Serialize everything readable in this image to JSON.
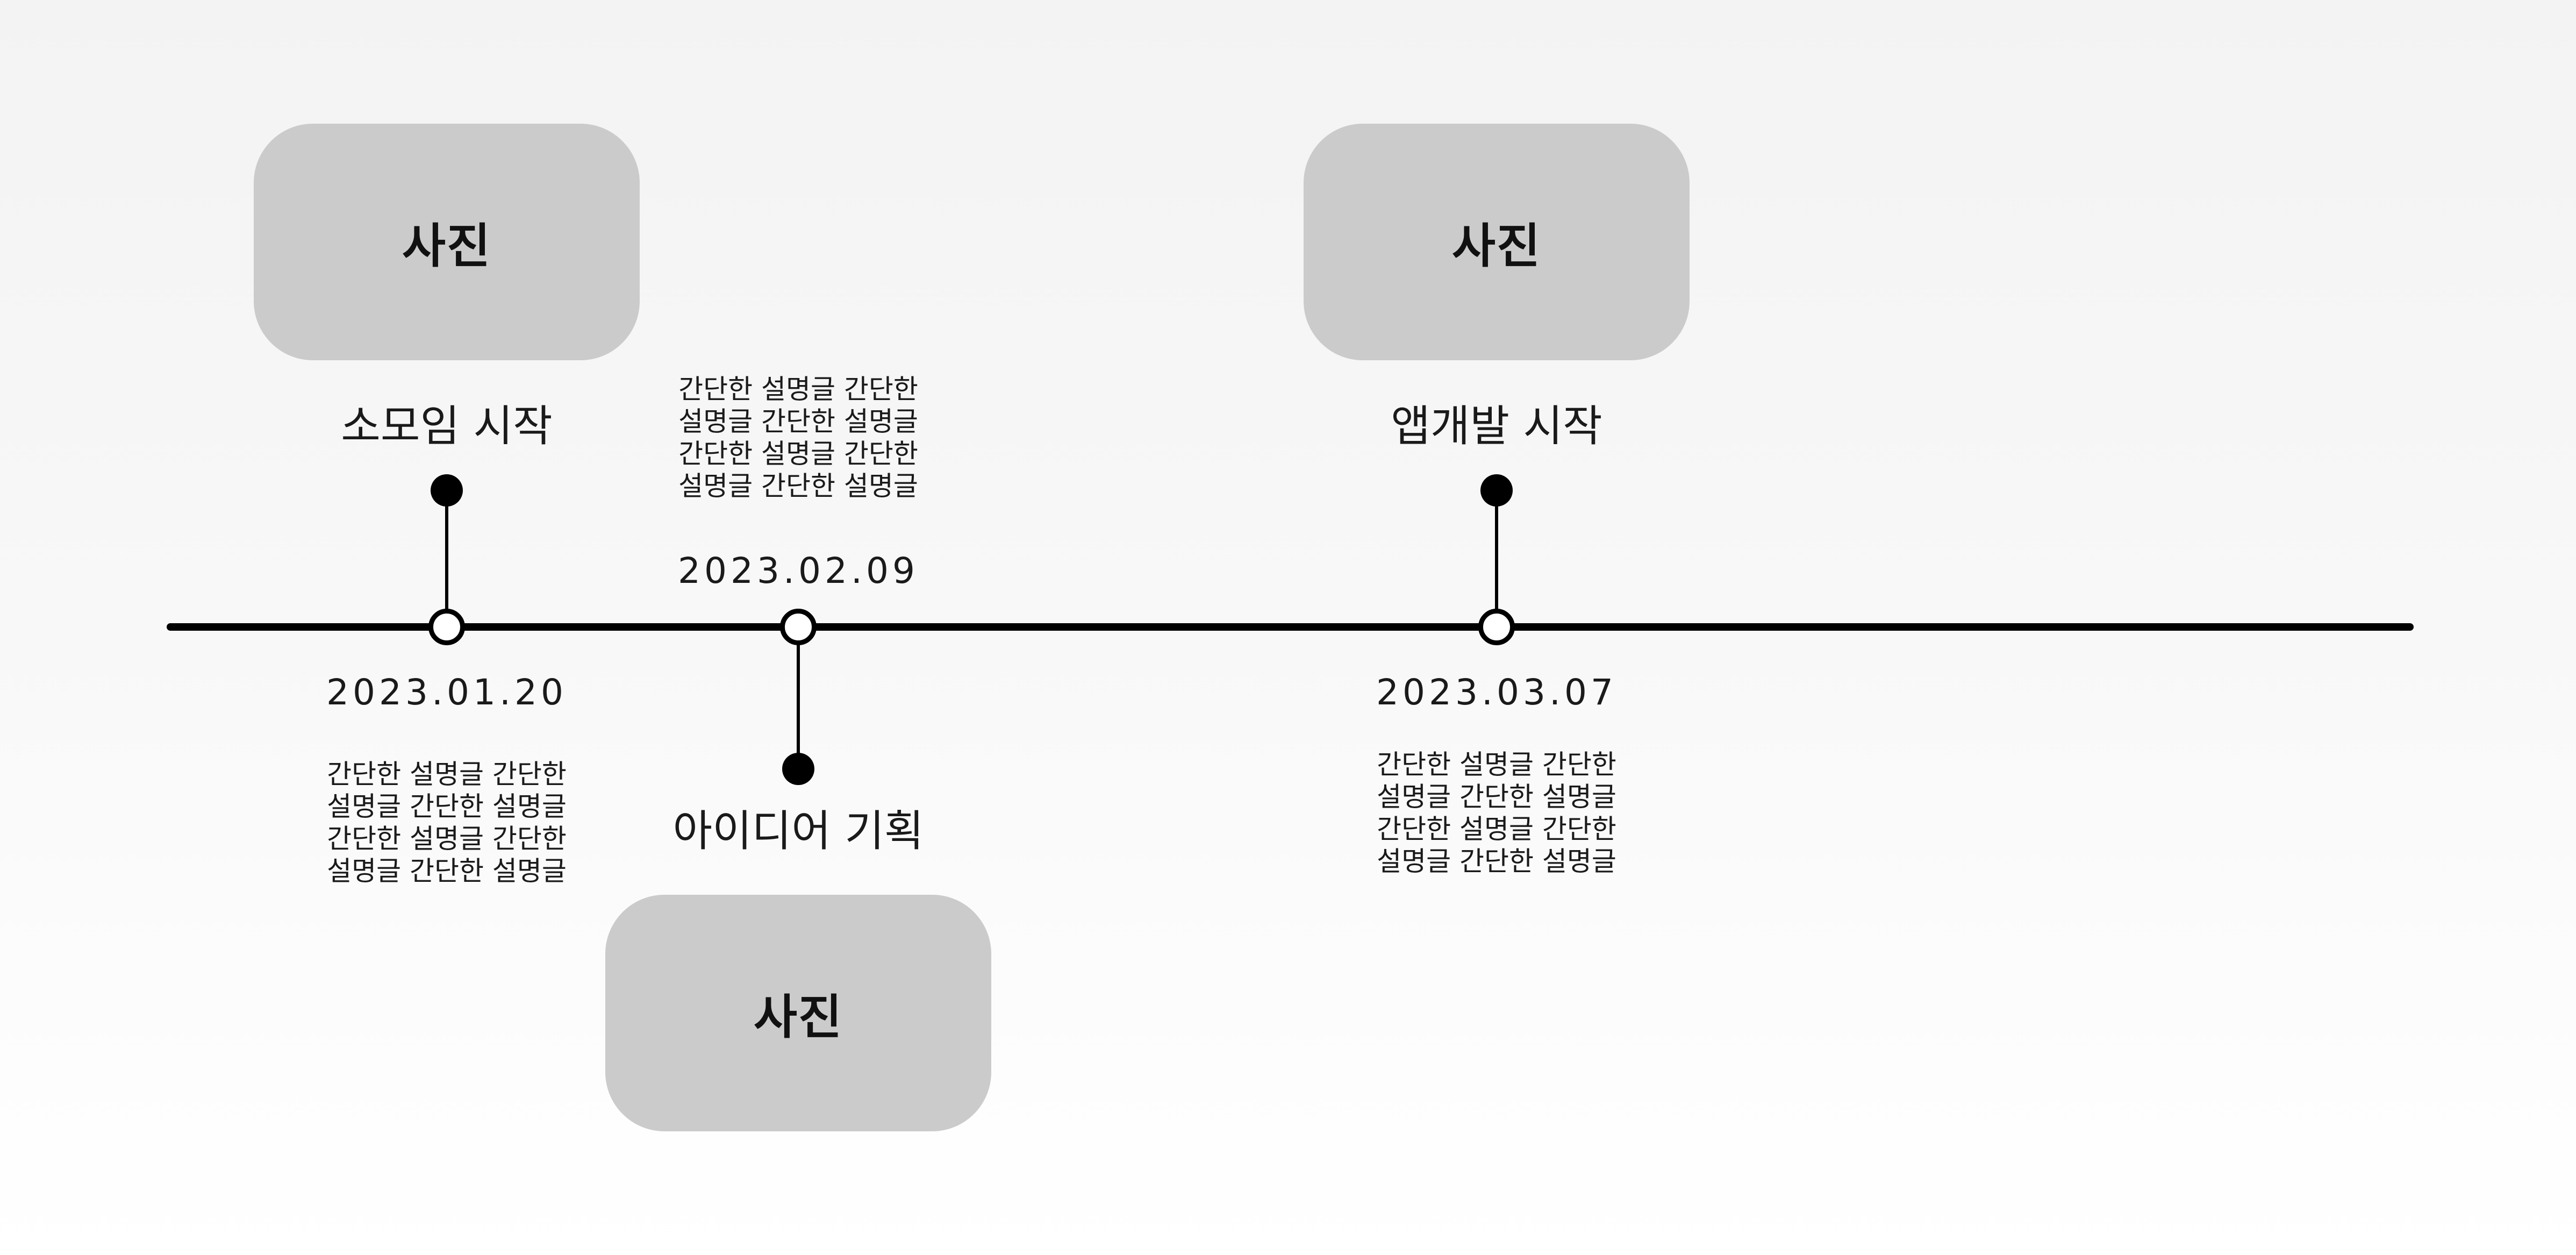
{
  "events": [
    {
      "title": "소모임 시작",
      "date": "2023.01.20",
      "photo_label": "사진",
      "description_lines": [
        "간단한 설명글 간단한",
        "설명글 간단한 설명글",
        "간단한 설명글 간단한",
        "설명글 간단한 설명글"
      ]
    },
    {
      "title": "아이디어 기획",
      "date": "2023.02.09",
      "photo_label": "사진",
      "description_lines": [
        "간단한 설명글 간단한",
        "설명글 간단한 설명글",
        "간단한 설명글 간단한",
        "설명글 간단한 설명글"
      ]
    },
    {
      "title": "앱개발 시작",
      "date": "2023.03.07",
      "photo_label": "사진",
      "description_lines": [
        "간단한 설명글 간단한",
        "설명글 간단한 설명글",
        "간단한 설명글 간단한",
        "설명글 간단한 설명글"
      ]
    }
  ]
}
